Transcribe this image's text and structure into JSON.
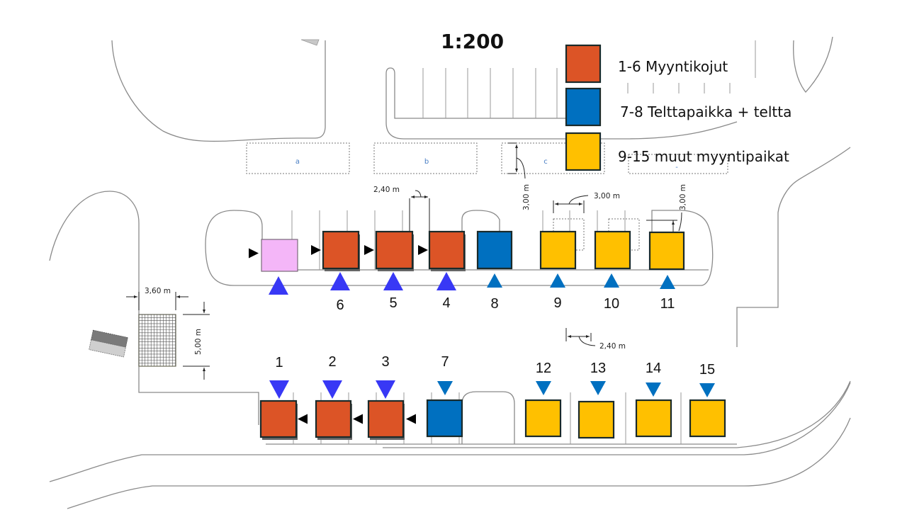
{
  "scale": "1:200",
  "colors": {
    "orange": "#dc5426",
    "blue": "#0070c0",
    "yellow": "#ffc000",
    "pink": "#f4b6f8",
    "arrow_purple": "#3838f5",
    "arrow_blue": "#0070c0",
    "stall_border": "#1a2a2a"
  },
  "legend": [
    {
      "color": "orange",
      "label": "1-6 Myyntikojut"
    },
    {
      "color": "blue",
      "label": "7-8 Telttapaikka + teltta"
    },
    {
      "color": "yellow",
      "label": "9-15 muut myyntipaikat"
    }
  ],
  "zones": [
    {
      "id": "a",
      "label": "a"
    },
    {
      "id": "b",
      "label": "b"
    },
    {
      "id": "c",
      "label": "c"
    },
    {
      "id": "d",
      "label": "-"
    }
  ],
  "dimensions": {
    "stall_gap_top": "2,40 m",
    "zone_c_height": "3,00 m",
    "yellow_width": "3,00 m",
    "yellow_depth": "3,00 m",
    "grid_width": "3,60 m",
    "grid_height": "5,00 m",
    "bottom_gap": "2,40 m"
  },
  "stalls_top": [
    {
      "id": "pink",
      "number": "",
      "type": "pink"
    },
    {
      "id": "6",
      "number": "6",
      "type": "orange"
    },
    {
      "id": "5",
      "number": "5",
      "type": "orange"
    },
    {
      "id": "4",
      "number": "4",
      "type": "orange"
    },
    {
      "id": "8",
      "number": "8",
      "type": "blue"
    },
    {
      "id": "9",
      "number": "9",
      "type": "yellow"
    },
    {
      "id": "10",
      "number": "10",
      "type": "yellow"
    },
    {
      "id": "11",
      "number": "11",
      "type": "yellow"
    }
  ],
  "stalls_bottom": [
    {
      "id": "1",
      "number": "1",
      "type": "orange"
    },
    {
      "id": "2",
      "number": "2",
      "type": "orange"
    },
    {
      "id": "3",
      "number": "3",
      "type": "orange"
    },
    {
      "id": "7",
      "number": "7",
      "type": "blue"
    },
    {
      "id": "12",
      "number": "12",
      "type": "yellow"
    },
    {
      "id": "13",
      "number": "13",
      "type": "yellow"
    },
    {
      "id": "14",
      "number": "14",
      "type": "yellow"
    },
    {
      "id": "15",
      "number": "15",
      "type": "yellow"
    }
  ]
}
